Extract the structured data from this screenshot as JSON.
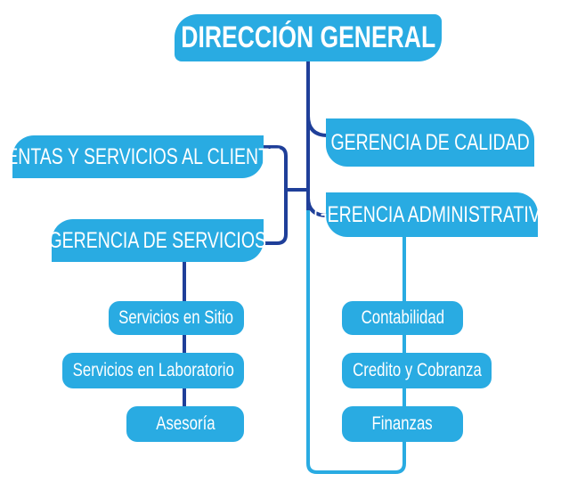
{
  "org_chart": {
    "root": "DIRECCIÓN GENERAL",
    "left": [
      "VENTAS Y SERVICIOS AL CLIENTE",
      "GERENCIA DE SERVICIOS"
    ],
    "right": [
      "GERENCIA DE CALIDAD",
      "GERENCIA ADMINISTRATIVA"
    ],
    "servicios_sub": [
      "Servicios en Sitio",
      "Servicios en Laboratorio",
      "Asesoría"
    ],
    "administrativa_sub": [
      "Contabilidad",
      "Credito y Cobranza",
      "Finanzas"
    ]
  },
  "colors": {
    "box": "#29abe2",
    "connector_dark": "#1f3f99",
    "connector_light": "#29abe2",
    "text": "#ffffff"
  }
}
